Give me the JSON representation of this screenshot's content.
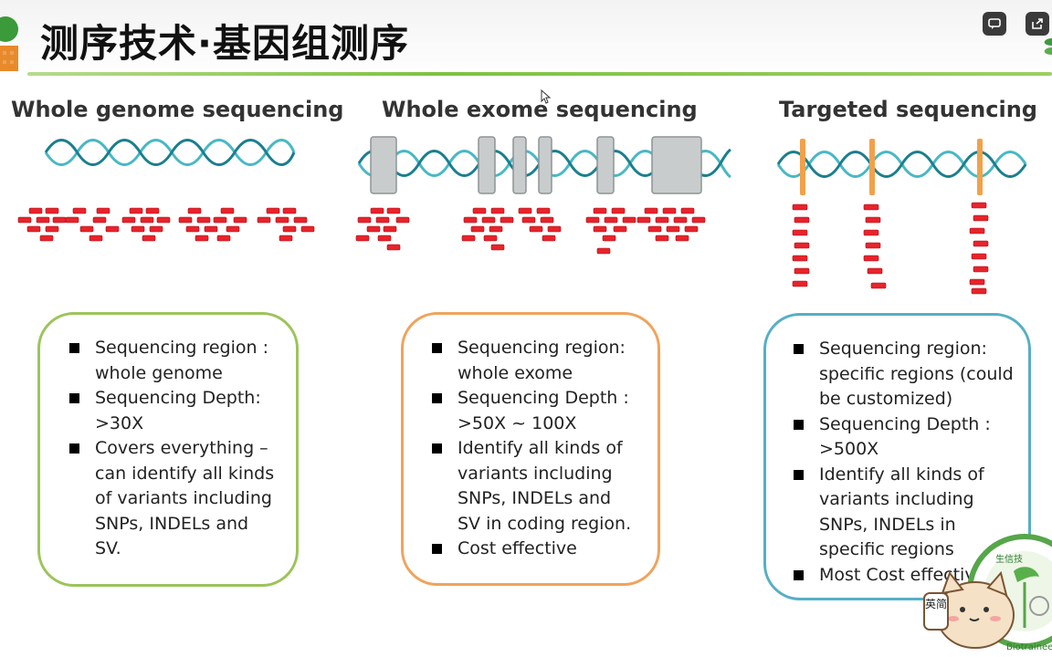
{
  "header": {
    "title": "测序技术·基因组测序"
  },
  "controls": [
    {
      "icon": "chat-icon"
    },
    {
      "icon": "share-icon"
    }
  ],
  "columns": [
    {
      "title": "Whole genome sequencing",
      "border_color": "#9cc45a",
      "bullets": [
        "Sequencing region : whole genome",
        "Sequencing Depth: >30X",
        "Covers everything – can identify all kinds of variants including SNPs, INDELs and SV."
      ]
    },
    {
      "title": "Whole exome sequencing",
      "border_color": "#f0a35c",
      "bullets": [
        "Sequencing region: whole exome",
        "Sequencing Depth : >50X ~ 100X",
        "Identify all kinds of variants including SNPs, INDELs and SV in coding region.",
        "Cost effective"
      ]
    },
    {
      "title": "Targeted sequencing",
      "border_color": "#56afc6",
      "bullets": [
        "Sequencing region: specific regions (could be customized)",
        "Sequencing Depth : >500X",
        "Identify all kinds of variants including SNPs, INDELs in specific regions",
        "Most Cost effective"
      ]
    }
  ],
  "colors": {
    "dna_strand": "#48b8c4",
    "dna_strand_dark": "#1a7f8d",
    "read": "#e8232c",
    "target_marker": "#f2a14a",
    "exon": "#c9cccd"
  },
  "watermark": {
    "stamp_text": "英简",
    "badge_text": "生信技",
    "ring_text": "Biotrainee"
  }
}
